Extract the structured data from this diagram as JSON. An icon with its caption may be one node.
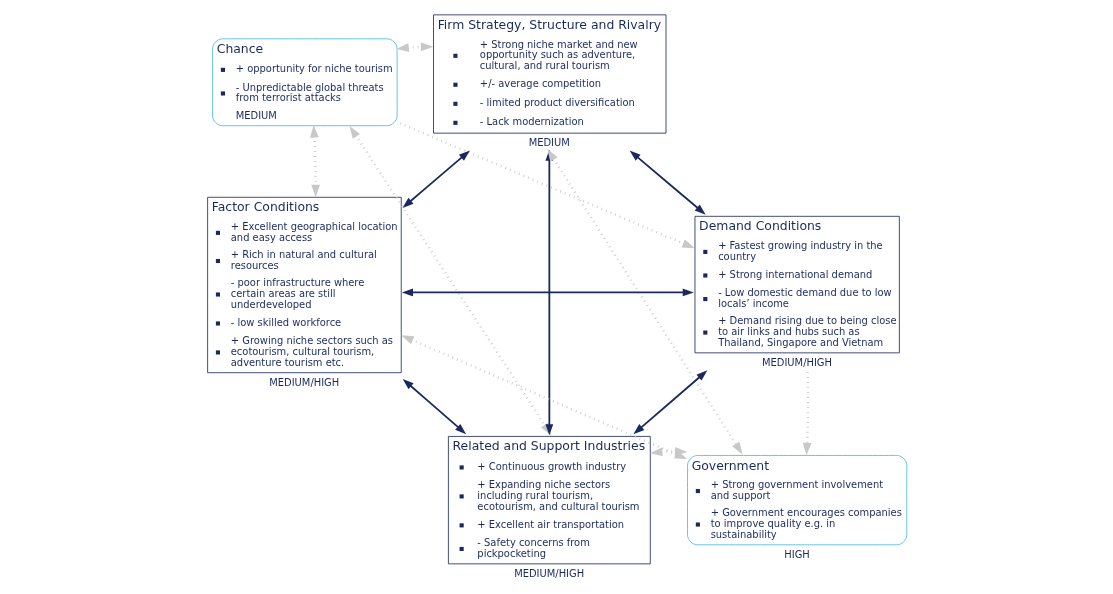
{
  "diagram": {
    "nodes": [
      {
        "text": [
          "Chance",
          "+ opportunity for niche tourism",
          "- Unpredictable global threats from terrorist attacks",
          "MEDIUM"
        ]
      },
      {
        "text": [
          "Firm Strategy, Structure and Rivalry",
          "+ Strong niche market and new opportunity such as adventure, cultural, and rural tourism",
          "+/- average competition",
          "- limited product diversification",
          "- Lack modernization"
        ],
        "beside": [
          "MEDIUM"
        ]
      },
      {
        "text": [
          "Factor Conditions",
          "+ Excellent geographical location and easy access",
          "+ Rich in natural and cultural resources",
          "- poor infrastructure where certain areas are still underdeveloped",
          "- low skilled workforce",
          "+ Growing niche sectors such as ecotourism, cultural tourism, adventure tourism etc."
        ],
        "beside": [
          "MEDIUM/HIGH"
        ]
      },
      {
        "text": [
          "Demand Conditions",
          "+ Fastest growing industry in the country",
          "+ Strong international demand",
          "- Low domestic demand due to low locals’ income",
          "+ Demand rising due to being close to air links and hubs such as Thailand, Singapore and Vietnam"
        ],
        "beside": [
          "MEDIUM/HIGH"
        ]
      },
      {
        "text": [
          "Related and Support Industries",
          "+ Continuous growth industry",
          "+ Expanding niche sectors including rural tourism, ecotourism, and cultural tourism",
          "+ Excellent air transportation",
          "- Safety concerns from pickpocketing"
        ],
        "beside": [
          "MEDIUM/HIGH"
        ]
      },
      {
        "text": [
          "Government",
          "+ Strong government involvement and support",
          "+ Government encourages companies to improve quality e.g. in sustainability"
        ],
        "beside": [
          "HIGH"
        ]
      }
    ],
    "edges": [
      {
        "from": 2,
        "to": 1,
        "arrow": "both",
        "color": "#1b2a5e"
      },
      {
        "from": 1,
        "to": 3,
        "arrow": "both",
        "color": "#1b2a5e"
      },
      {
        "from": 1,
        "to": 4,
        "arrow": "both",
        "color": "#1b2a5e"
      },
      {
        "from": 2,
        "to": 3,
        "arrow": "both",
        "color": "#1b2a5e"
      },
      {
        "from": 2,
        "to": 4,
        "arrow": "both",
        "color": "#1b2a5e"
      },
      {
        "from": 4,
        "to": 3,
        "arrow": "both",
        "color": "#1b2a5e"
      },
      {
        "from": 0,
        "to": 1,
        "arrow": "both",
        "style": "dashed"
      },
      {
        "from": 0,
        "to": 2,
        "arrow": "both",
        "style": "dashed"
      },
      {
        "from": 0,
        "to": 4,
        "arrow": "both",
        "style": "dashed"
      },
      {
        "from": 0,
        "to": 3,
        "arrow": "to",
        "style": "dashed"
      },
      {
        "from": 2,
        "to": 5,
        "arrow": "both",
        "style": "dashed"
      },
      {
        "from": 1,
        "to": 5,
        "arrow": "both",
        "style": "dashed"
      },
      {
        "from": 3,
        "to": 5,
        "arrow": "to",
        "style": "dashed"
      },
      {
        "from": 4,
        "to": 5,
        "arrow": "both",
        "style": "dashed"
      }
    ]
  }
}
